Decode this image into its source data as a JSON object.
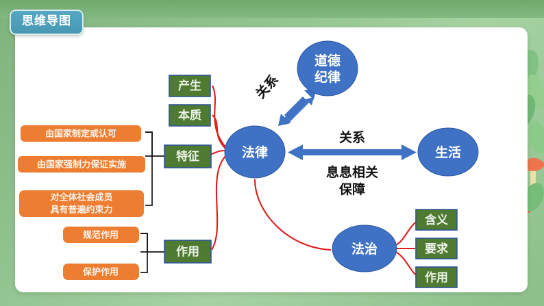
{
  "page": {
    "badge_label": "思维导图",
    "background_color": "#8cbf8a",
    "card_color": "#ffffff",
    "badge_color": "#4897b3"
  },
  "colors": {
    "green_box": "#4f7a32",
    "green_box_border": "#2f5597",
    "orange_box": "#ed7d31",
    "ellipse": "#3f72c4",
    "red_connector": "#e01b1b",
    "bracket": "#141414",
    "blue_arrow": "#3f72c4"
  },
  "nodes": {
    "center": {
      "label": "法律",
      "type": "ellipse"
    },
    "moral": {
      "label_line1": "道德",
      "label_line2": "纪律",
      "type": "ellipse"
    },
    "life": {
      "label": "生活",
      "type": "ellipse"
    },
    "rule_of_law": {
      "label": "法治",
      "type": "ellipse"
    }
  },
  "green_boxes": [
    {
      "label": "产生"
    },
    {
      "label": "本质"
    },
    {
      "label": "特征"
    },
    {
      "label": "作用"
    }
  ],
  "rol_boxes": [
    {
      "label": "含义"
    },
    {
      "label": "要求"
    },
    {
      "label": "作用"
    }
  ],
  "feature_boxes": [
    {
      "label": "由国家制定或认可",
      "lines": [
        "由国家制定或认可"
      ]
    },
    {
      "label": "由国家强制力保证实施",
      "lines": [
        "由国家强制力保证实施"
      ]
    },
    {
      "label": "对全体社会成员具有普遍约束力",
      "lines": [
        "对全体社会成员",
        "具有普遍约束力"
      ]
    }
  ],
  "function_boxes": [
    {
      "label": "规范作用"
    },
    {
      "label": "保护作用"
    }
  ],
  "arrow_labels": {
    "diagonal_relation": "关系",
    "horizontal_relation": "关系",
    "relation_detail_line1": "息息相关",
    "relation_detail_line2": "保障"
  }
}
